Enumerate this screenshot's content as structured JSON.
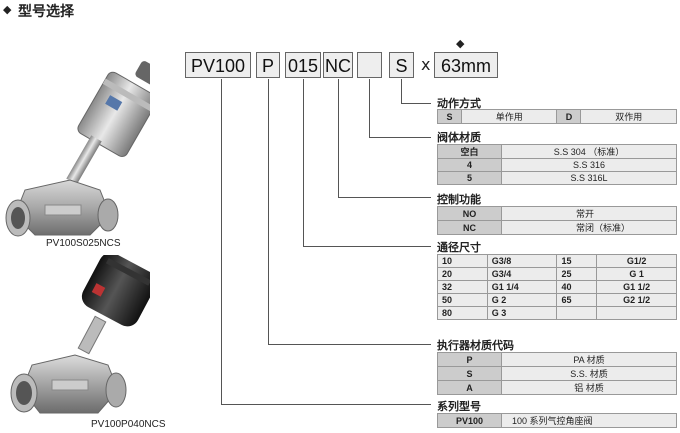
{
  "header": {
    "title": "型号选择",
    "bullet": "◆"
  },
  "code": {
    "boxes": [
      "PV100",
      "P",
      "015",
      "NC",
      "",
      "S"
    ],
    "times": "x",
    "stroke": "63mm",
    "marker": "◆"
  },
  "products": [
    {
      "caption": "PV100S025NCS"
    },
    {
      "caption": "PV100P040NCS"
    }
  ],
  "sections": {
    "action": {
      "title": "动作方式",
      "rows": [
        [
          "S",
          "单作用",
          "D",
          "双作用"
        ]
      ]
    },
    "body": {
      "title": "阀体材质",
      "rows": [
        [
          "空白",
          "S.S 304 （标准）"
        ],
        [
          "4",
          "S.S 316"
        ],
        [
          "5",
          "S.S 316L"
        ]
      ]
    },
    "control": {
      "title": "控制功能",
      "rows": [
        [
          "NO",
          "常开"
        ],
        [
          "NC",
          "常闭（标准）"
        ]
      ]
    },
    "size": {
      "title": "通径尺寸",
      "rows": [
        [
          "10",
          "G3/8",
          "15",
          "G1/2"
        ],
        [
          "20",
          "G3/4",
          "25",
          "G 1"
        ],
        [
          "32",
          "G1 1/4",
          "40",
          "G1 1/2"
        ],
        [
          "50",
          "G 2",
          "65",
          "G2 1/2"
        ],
        [
          "80",
          "G 3",
          "",
          ""
        ]
      ]
    },
    "actuator": {
      "title": "执行器材质代码",
      "rows": [
        [
          "P",
          "PA 材质"
        ],
        [
          "S",
          "S.S. 材质"
        ],
        [
          "A",
          "铝 材质"
        ]
      ]
    },
    "series": {
      "title": "系列型号",
      "rows": [
        [
          "PV100",
          "100 系列气控角座阀"
        ]
      ]
    }
  }
}
